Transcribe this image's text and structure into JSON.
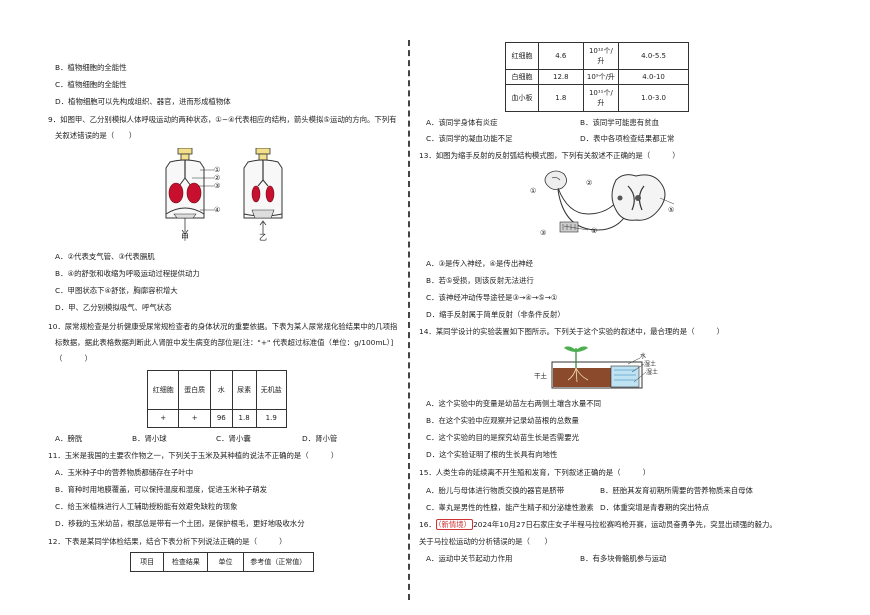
{
  "left": {
    "q8_options": {
      "B": "B．植物细胞的全能性",
      "C": "C．植物细胞的全能性",
      "D": "D．植物细胞可以先构成组织、器官，进而形成植物体"
    },
    "q9": {
      "stem_line1": "9．如图甲、乙分别模拟人体呼吸运动的两种状态，①~④代表相应的结构，箭头模拟⑤运动的方向。下列有",
      "stem_line2": "关叙述错误的是（　　）",
      "label_jia": "甲",
      "label_yi": "乙",
      "markers": [
        "①",
        "②",
        "③",
        "④"
      ],
      "A": "A．②代表支气管、③代表膈肌",
      "B": "B．④的舒张和收缩为呼吸运动过程提供动力",
      "C": "C．甲图状态下④舒张，胸廓容积增大",
      "D": "D．甲、乙分别模拟吸气、呼气状态"
    },
    "q10": {
      "stem_line1": "10．尿常规检查是分析健康受尿常规检查者的身体状况的重要依据。下表为某人尿常规化验结果中的几项指",
      "stem_line2": "标数据，据此表格数据判断此人肾脏中发生病变的部位是[注：\"+\" 代表超过标准值（单位：g/100mL）]",
      "stem_line3": "（　　　）",
      "headers": [
        "红细胞",
        "蛋白质",
        "水",
        "尿素",
        "无机盐"
      ],
      "values": [
        "+",
        "+",
        "96",
        "1.8",
        "1.9"
      ],
      "options": [
        "A．膀胱",
        "B．肾小球",
        "C．肾小囊",
        "D．肾小管"
      ]
    },
    "q11": {
      "stem": "11．玉米是我国的主要农作物之一，下列关于玉米及其种植的说法不正确的是（　　　）",
      "A": "A．玉米种子中的营养物质都储存在子叶中",
      "B": "B．育种时用地膜覆盖，可以保持温度和湿度，促进玉米种子萌发",
      "C": "C．给玉米植株进行人工辅助授粉能有效避免缺粒的现象",
      "D": "D．移栽的玉米幼苗，根部总是带有一个土团，是保护根毛，更好地吸收水分"
    },
    "q12": {
      "stem": "12．下表是某同学体检结果，结合下表分析下列说法正确的是（　　　）",
      "headers": [
        "项目",
        "检查结果",
        "单位",
        "参考值（正常值）"
      ]
    }
  },
  "right": {
    "q12_rows": [
      [
        "红细胞",
        "4.6",
        "10¹²个/升",
        "4.0-5.5"
      ],
      [
        "白细胞",
        "12.8",
        "10⁹个/升",
        "4.0-10"
      ],
      [
        "血小板",
        "1.8",
        "10¹¹个/升",
        "1.0-3.0"
      ]
    ],
    "q12_options": {
      "A": "A．该同学身体有炎症",
      "B": "B．该同学可能患有贫血",
      "C": "C．该同学的凝血功能不足",
      "D": "D．表中各项检查结果都正常"
    },
    "q13": {
      "stem": "13．如图为缩手反射的反射弧结构模式图，下列有关叙述不正确的是（　　　）",
      "markers": [
        "①",
        "②",
        "③",
        "④",
        "⑤"
      ],
      "A": "A．③是传入神经，④是传出神经",
      "B": "B．若⑤受损，则该反射无法进行",
      "C": "C．该神经冲动传导途径是③→④→⑤→①",
      "D": "D．缩手反射属于简单反射（非条件反射）"
    },
    "q14": {
      "stem": "14．某同学设计的实验装置如下图所示。下列关于这个实验的叙述中，最合理的是（　　　）",
      "labels": [
        "干土",
        "水",
        "湿土",
        "湿土"
      ],
      "A": "A．这个实验中的变量是幼苗左右两侧土壤含水量不同",
      "B": "B．在这个实验中应观察并记录幼苗根的总数量",
      "C": "C．这个实验的目的是探究幼苗生长是否需要光",
      "D": "D．这个实验证明了根的生长具有向地性"
    },
    "q15": {
      "stem": "15．人类生命的延续离不开生殖和发育，下列叙述正确的是（　　　）",
      "A": "A．胎儿与母体进行物质交换的器官是脐带",
      "B": "B．胚胎其发育初期所需要的营养物质来自母体",
      "C": "C．睾丸是男性的性腺，能产生精子和分泌雄性激素",
      "D": "D．体重突增是青春期的突出特点"
    },
    "q16": {
      "badge": "（新情境）",
      "stem_rest": "2024年10月27日石家庄女子半程马拉松赛鸣枪开赛，运动员奋勇争先，突显出顽强的毅力。",
      "stem_line2": "关于马拉松运动的分析错误的是（　　）",
      "A": "A．运动中关节起动力作用",
      "B": "B．有多块骨骼肌参与运动"
    }
  }
}
